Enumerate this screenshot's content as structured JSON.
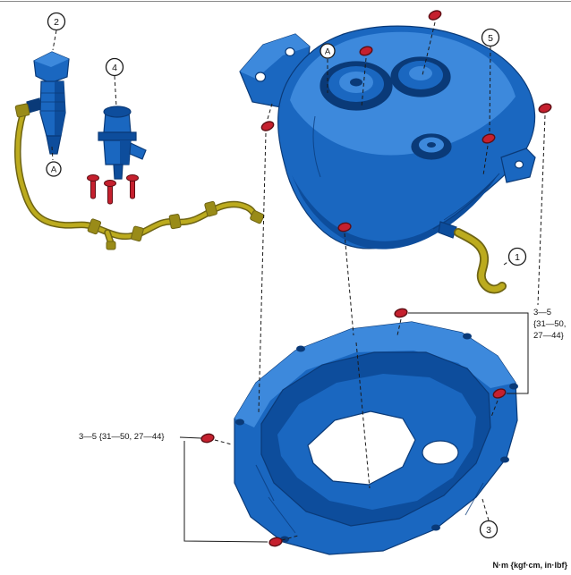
{
  "callouts": {
    "n1": "1",
    "n2": "2",
    "n3": "3",
    "n4": "4",
    "n5": "5",
    "a_left": "A",
    "a_tank": "A"
  },
  "annotations": {
    "torque_left": "3—5 {31—50, 27—44}",
    "torque_right_line1": "3—5",
    "torque_right_line2": "{31—50,",
    "torque_right_line3": "27—44}",
    "units_note": "N·m {kgf·cm, in·lbf}"
  },
  "colors": {
    "blue_base": "#1a67c0",
    "blue_light": "#3d89dc",
    "blue_dark": "#0d4d9c",
    "blue_deep": "#0a3a78",
    "yellow": "#bcab1e",
    "yellow_dark": "#6e6414",
    "yellow_conn": "#998b18",
    "red": "#c5202e",
    "red_dark": "#5e0e14",
    "line": "#1a1a1a"
  }
}
